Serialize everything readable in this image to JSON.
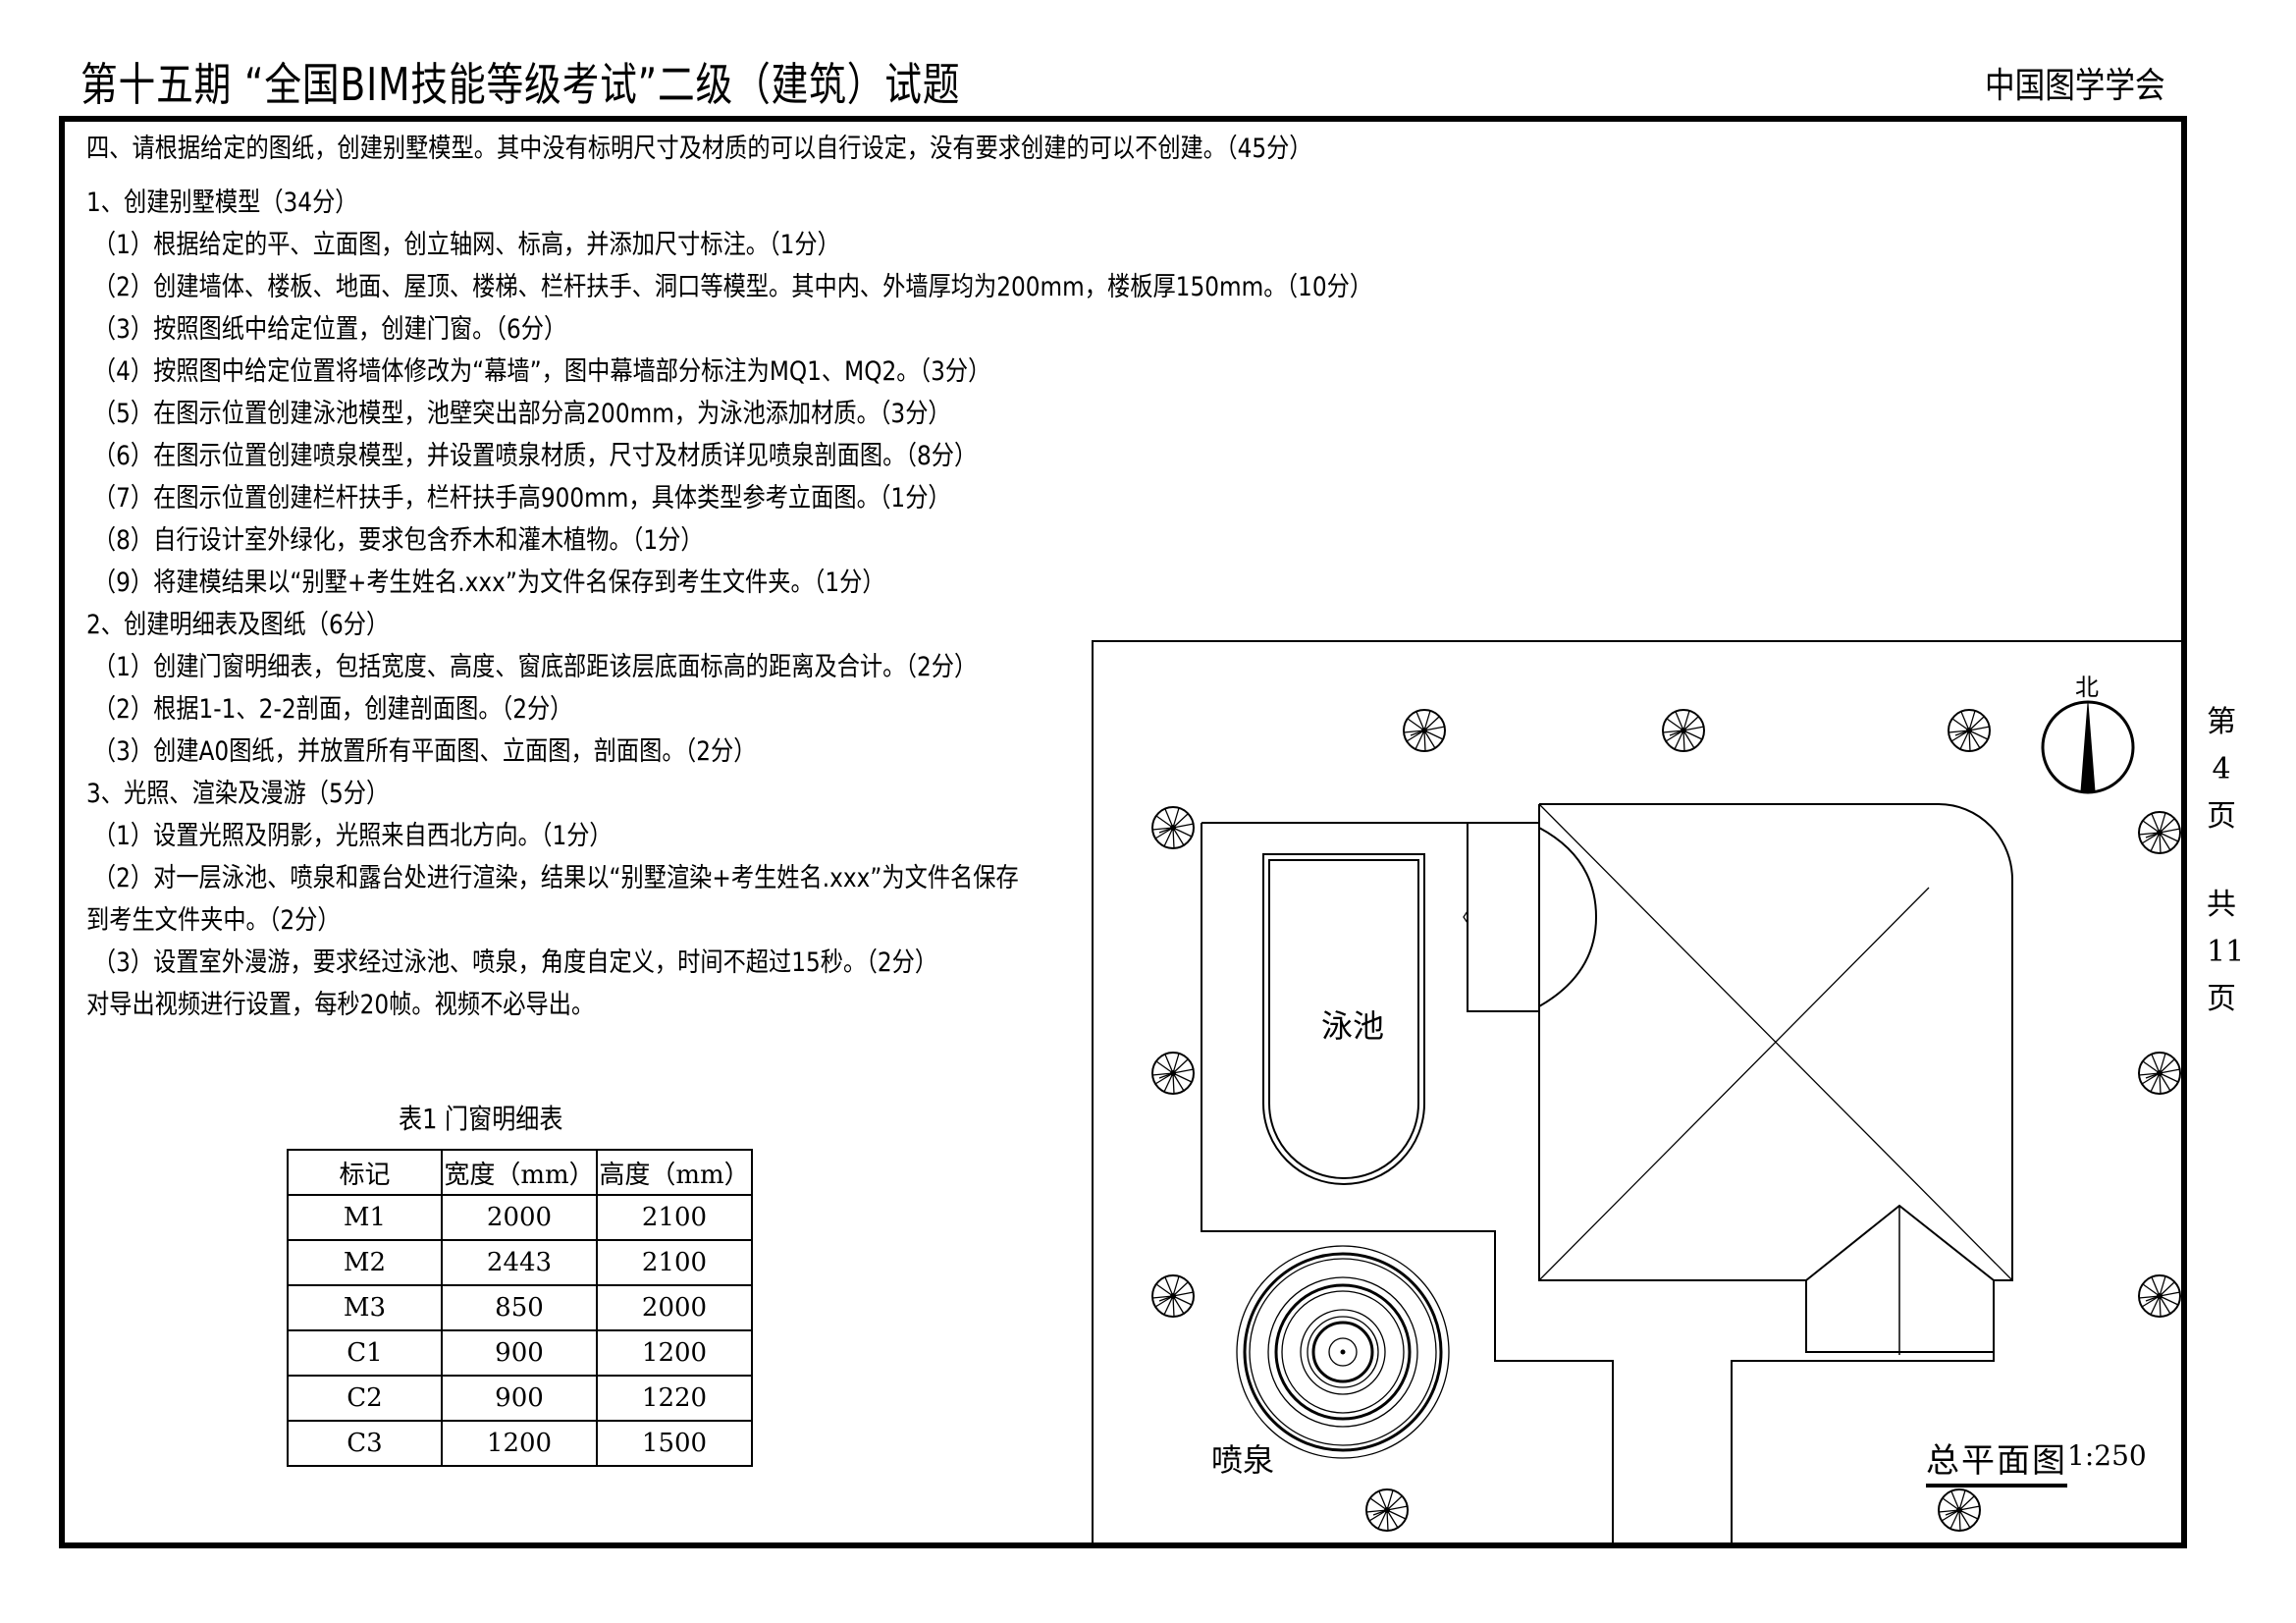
{
  "header": {
    "title": "第十五期 “全国BIM技能等级考试”二级（建筑）试题",
    "organization": "中国图学学会"
  },
  "instructions": {
    "intro": "四、请根据给定的图纸，创建别墅模型。其中没有标明尺寸及材质的可以自行设定，没有要求创建的可以不创建。（45分）",
    "sections": [
      {
        "heading": "1、创建别墅模型（34分）",
        "items": [
          "（1）根据给定的平、立面图，创立轴网、标高，并添加尺寸标注。（1分）",
          "（2）创建墙体、楼板、地面、屋顶、楼梯、栏杆扶手、洞口等模型。其中内、外墙厚均为200mm，楼板厚150mm。（10分）",
          "（3）按照图纸中给定位置，创建门窗。（6分）",
          "（4）按照图中给定位置将墙体修改为“幕墙”，图中幕墙部分标注为MQ1、MQ2。（3分）",
          "（5）在图示位置创建泳池模型，池壁突出部分高200mm，为泳池添加材质。（3分）",
          "（6）在图示位置创建喷泉模型，并设置喷泉材质，尺寸及材质详见喷泉剖面图。（8分）",
          "（7）在图示位置创建栏杆扶手，栏杆扶手高900mm，具体类型参考立面图。（1分）",
          "（8）自行设计室外绿化，要求包含乔木和灌木植物。（1分）",
          "（9）将建模结果以“别墅+考生姓名.xxx”为文件名保存到考生文件夹。（1分）"
        ]
      },
      {
        "heading": "2、创建明细表及图纸（6分）",
        "items": [
          "（1）创建门窗明细表，包括宽度、高度、窗底部距该层底面标高的距离及合计。（2分）",
          "（2）根据1-1、2-2剖面，创建剖面图。（2分）",
          "（3）创建A0图纸，并放置所有平面图、立面图，剖面图。（2分）"
        ]
      },
      {
        "heading": "3、光照、渲染及漫游（5分）",
        "items": [
          "（1）设置光照及阴影，光照来自西北方向。（1分）",
          "（2）对一层泳池、喷泉和露台处进行渲染，结果以“别墅渲染+考生姓名.xxx”为文件名保存",
          "到考生文件夹中。（2分）",
          "（3）设置室外漫游，要求经过泳池、喷泉，角度自定义，时间不超过15秒。（2分）",
          "对导出视频进行设置，每秒20帧。视频不必导出。"
        ]
      }
    ]
  },
  "schedule_table": {
    "caption": "表1   门窗明细表",
    "columns": [
      "标记",
      "宽度（mm）",
      "高度（mm）"
    ],
    "rows": [
      [
        "M1",
        "2000",
        "2100"
      ],
      [
        "M2",
        "2443",
        "2100"
      ],
      [
        "M3",
        "850",
        "2000"
      ],
      [
        "C1",
        "900",
        "1200"
      ],
      [
        "C2",
        "900",
        "1220"
      ],
      [
        "C3",
        "1200",
        "1500"
      ]
    ]
  },
  "page_marker": {
    "chars_current": [
      "第",
      "4",
      "页"
    ],
    "chars_total": [
      "共",
      "11",
      "页"
    ]
  },
  "site_plan": {
    "title": "总平面图",
    "scale": "1:250",
    "north_label": "北",
    "pool_label": "泳池",
    "fountain_label": "喷泉",
    "line_color": "#000000"
  }
}
